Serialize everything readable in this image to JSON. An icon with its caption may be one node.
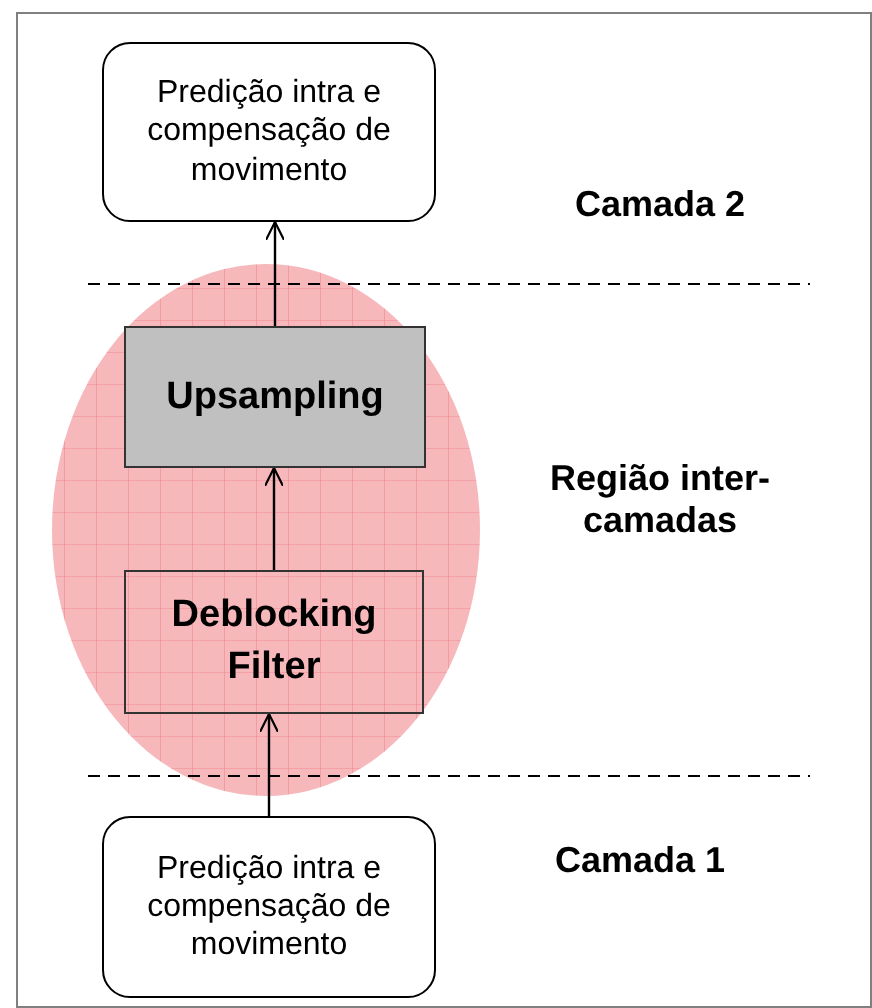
{
  "diagram": {
    "nodes": [
      {
        "text": [
          "Predição intra e compensação de movimento"
        ]
      },
      {
        "text": [
          "Upsampling"
        ]
      },
      {
        "text": [
          "Deblocking Filter"
        ]
      },
      {
        "text": [
          "Predição intra e compensação de movimento"
        ]
      }
    ],
    "edges": [
      {
        "from": 3,
        "to": 2,
        "arrow": "to"
      },
      {
        "from": 2,
        "to": 1,
        "arrow": "to"
      },
      {
        "from": 1,
        "to": 0,
        "arrow": "to"
      }
    ],
    "labels": [
      "Camada 2",
      "Região inter-camadas",
      "Camada 1"
    ]
  }
}
